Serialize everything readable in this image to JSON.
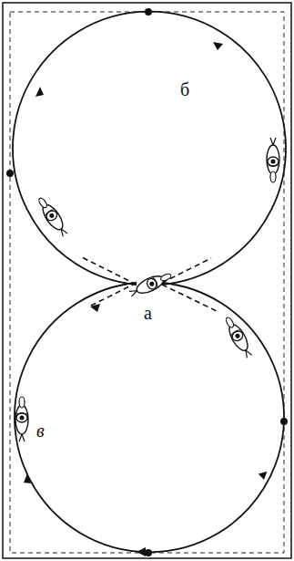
{
  "diagram": {
    "labels": [
      "б",
      "а",
      "в"
    ]
  }
}
